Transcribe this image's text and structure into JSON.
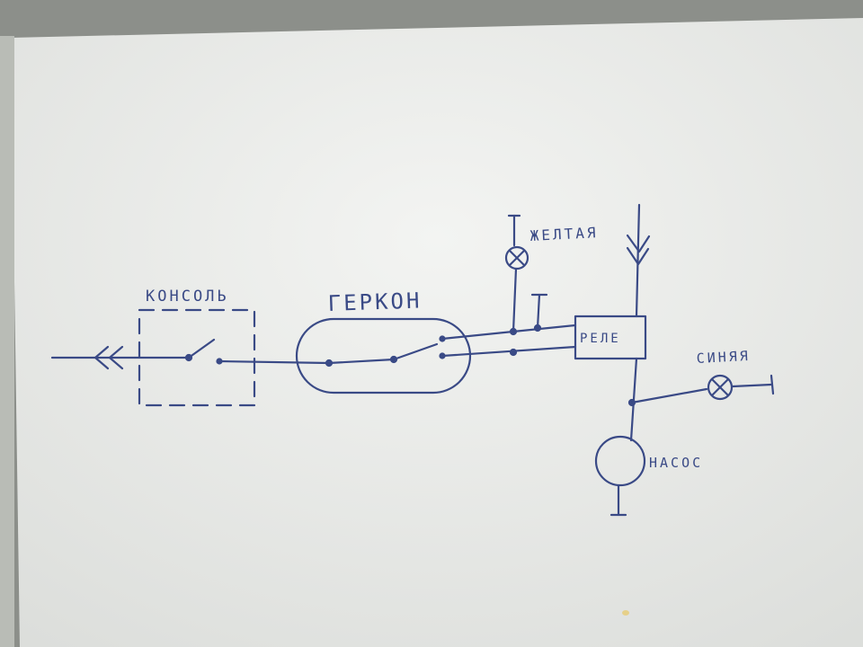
{
  "labels": {
    "console": "КОНСОЛЬ",
    "gerkon": "ГЕРКОН",
    "relay": "РЕЛЕ",
    "yellow_lamp": "ЖЕЛТАЯ",
    "blue_lamp": "СИНЯЯ",
    "pump": "НАСОС"
  },
  "colors": {
    "ink": "#3a4a86",
    "paper": "#ecedeb",
    "desk": "#8c8f8a"
  }
}
